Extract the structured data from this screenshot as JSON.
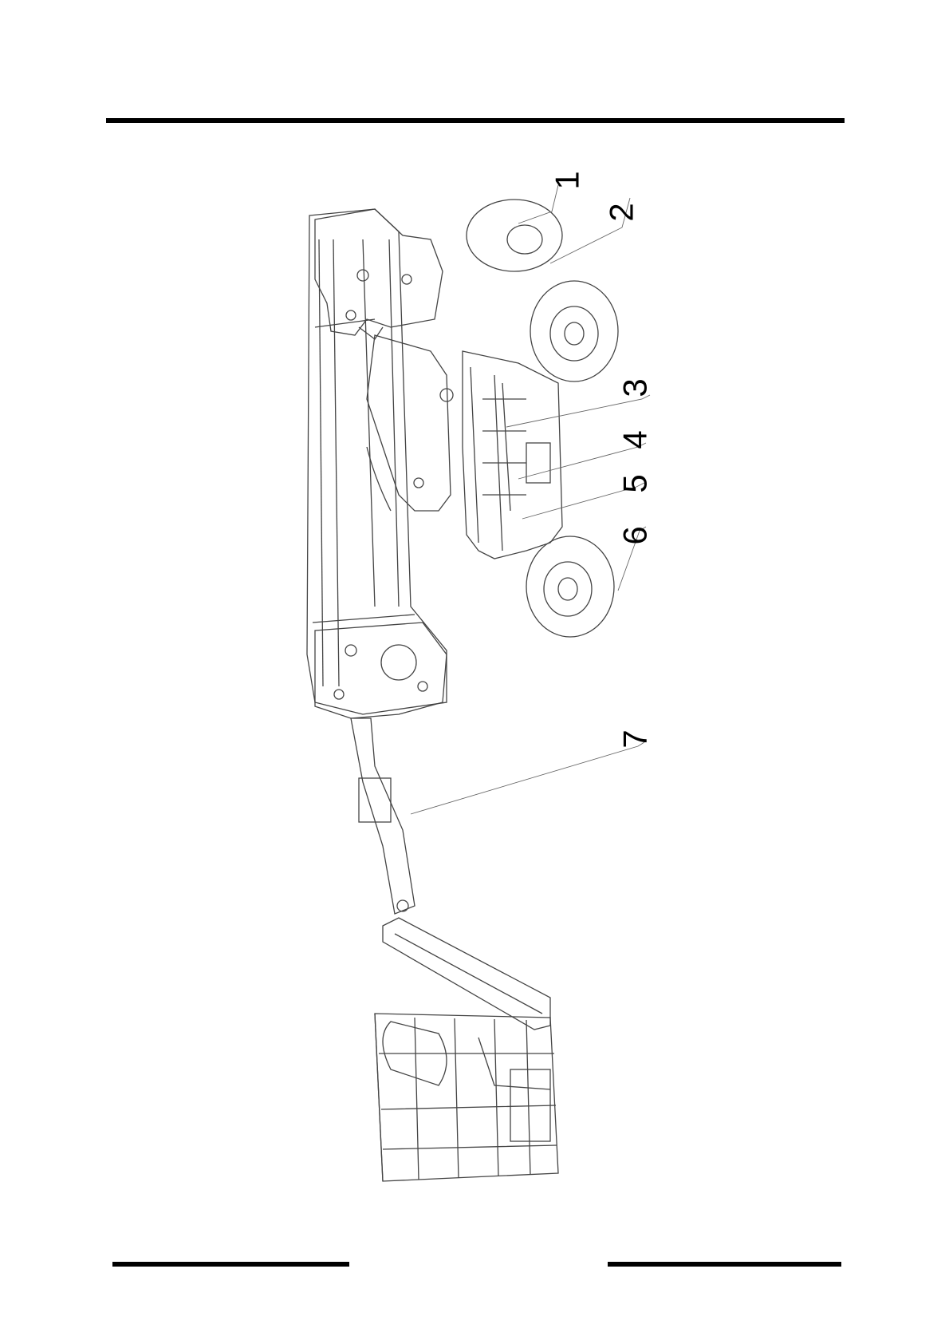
{
  "figure": {
    "callouts": [
      {
        "label": "1"
      },
      {
        "label": "2"
      },
      {
        "label": "3"
      },
      {
        "label": "4"
      },
      {
        "label": "5"
      },
      {
        "label": "6"
      },
      {
        "label": "7"
      }
    ]
  }
}
